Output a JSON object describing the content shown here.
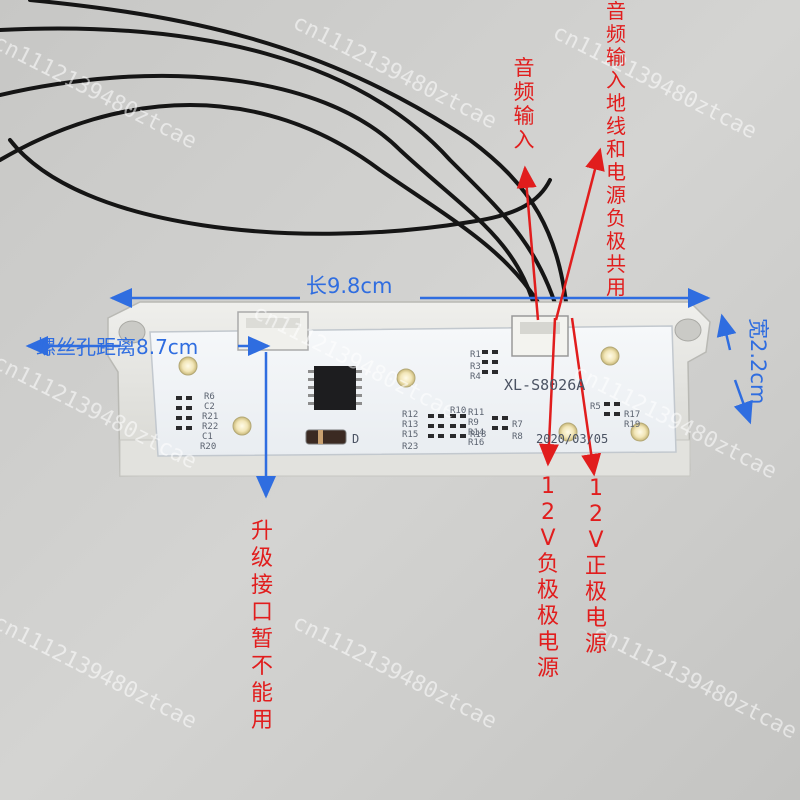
{
  "image": {
    "subject": "white LED audio-indicator circuit board in white plastic housing with black wires",
    "colors": {
      "background": "#cfcfcd",
      "board": "#f3f5f7",
      "housing": "#e6e6e2",
      "wire": "#161616",
      "dimension_blue": "#2f6de0",
      "callout_red": "#e11d1d"
    }
  },
  "annotations": {
    "length": "长9.8cm",
    "screw_distance": "螺丝孔距离8.7cm",
    "width": "宽2.2cm",
    "audio_input": "音频输入",
    "audio_ground_shared": "音频输入地线和电源负极共用",
    "upgrade_port": "升级接口暂不能用",
    "negative_12v": "12V负极极电源",
    "positive_12v": "12V正极电源"
  },
  "pcb_text": {
    "model": "XL-S8026A",
    "date": "2020/03/05",
    "marking_d": "D",
    "refs": [
      "R6",
      "C2",
      "R21",
      "R22",
      "C1",
      "R20",
      "R12",
      "R13",
      "R15",
      "R23",
      "R10",
      "R11",
      "R9",
      "R14",
      "R16",
      "R18",
      "R7",
      "R8",
      "R5",
      "R4",
      "R3",
      "R1",
      "R17",
      "R19"
    ]
  },
  "watermark": "cn1112139480ztcae"
}
